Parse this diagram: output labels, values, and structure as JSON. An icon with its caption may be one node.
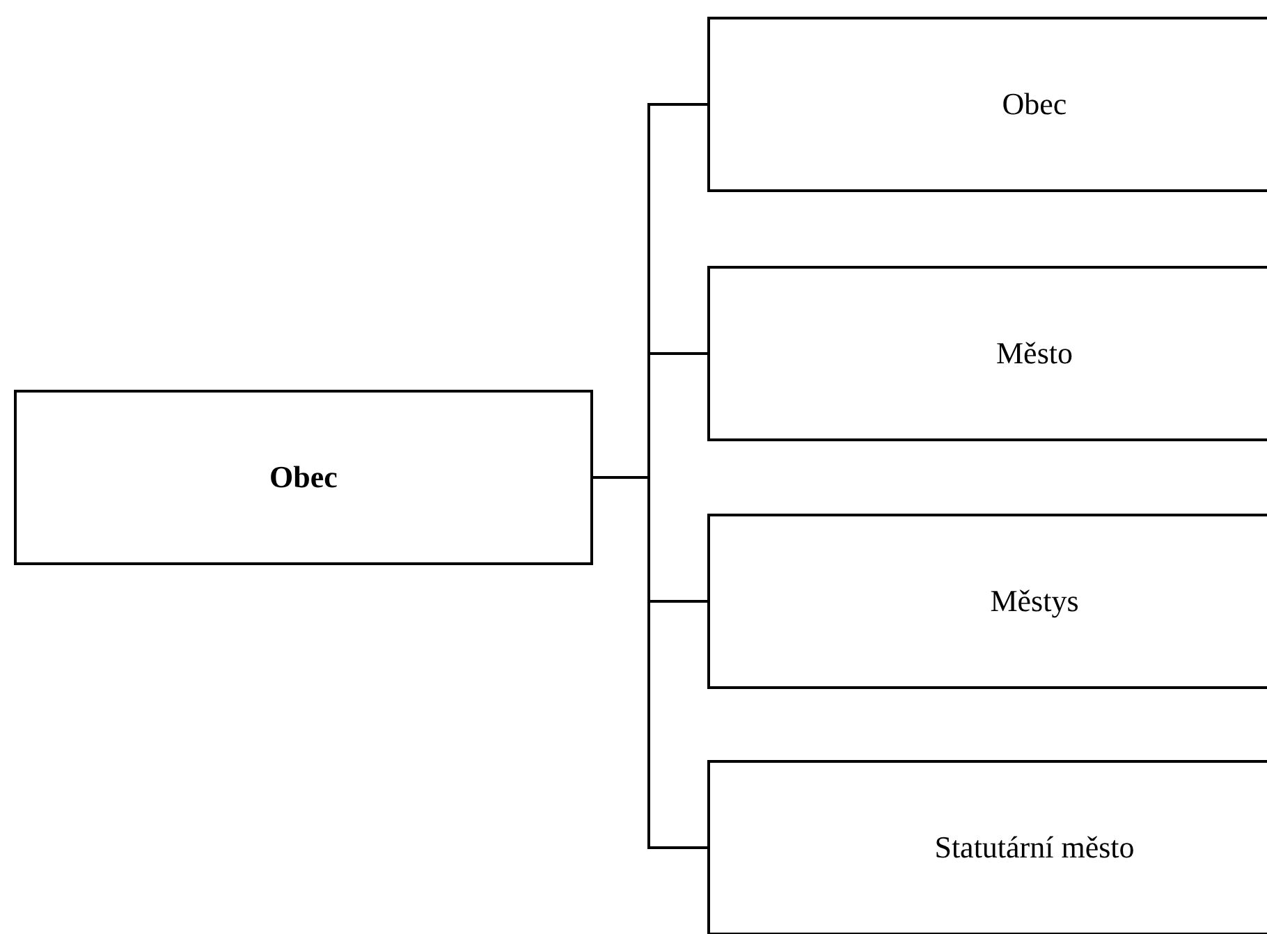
{
  "diagram": {
    "nodes": [
      {
        "text": [
          "Obec"
        ]
      },
      {
        "text": [
          "Obec"
        ]
      },
      {
        "text": [
          "Město"
        ]
      },
      {
        "text": [
          "Městys"
        ]
      },
      {
        "text": [
          "Statutární město"
        ]
      }
    ],
    "edges": [
      {
        "from": 0,
        "to": 1,
        "arrow": "none"
      },
      {
        "from": 0,
        "to": 2,
        "arrow": "none"
      },
      {
        "from": 0,
        "to": 3,
        "arrow": "none"
      },
      {
        "from": 0,
        "to": 4,
        "arrow": "none"
      }
    ]
  }
}
